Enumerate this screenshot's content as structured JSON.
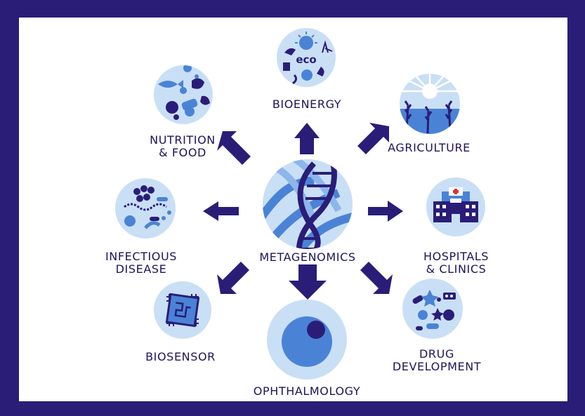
{
  "diagram": {
    "center_label": "METAGENOMICS",
    "nodes": [
      {
        "id": "bioenergy",
        "label": "BIOENERGY"
      },
      {
        "id": "nutrition",
        "label_line1": "NUTRITION",
        "label_line2": "& FOOD"
      },
      {
        "id": "agriculture",
        "label": "AGRICULTURE"
      },
      {
        "id": "infectious",
        "label_line1": "INFECTIOUS",
        "label_line2": "DISEASE"
      },
      {
        "id": "hospitals",
        "label_line1": "HOSPITALS",
        "label_line2": "& CLINICS"
      },
      {
        "id": "biosensor",
        "label": "BIOSENSOR"
      },
      {
        "id": "drug",
        "label_line1": "DRUG",
        "label_line2": "DEVELOPMENT"
      },
      {
        "id": "ophthalmology",
        "label": "OPHTHALMOLOGY"
      }
    ],
    "eco_text": "eco",
    "colors": {
      "frame": "#2a1d78",
      "navy": "#2a1d78",
      "blue": "#4a83d6",
      "light": "#c9dff5"
    }
  }
}
